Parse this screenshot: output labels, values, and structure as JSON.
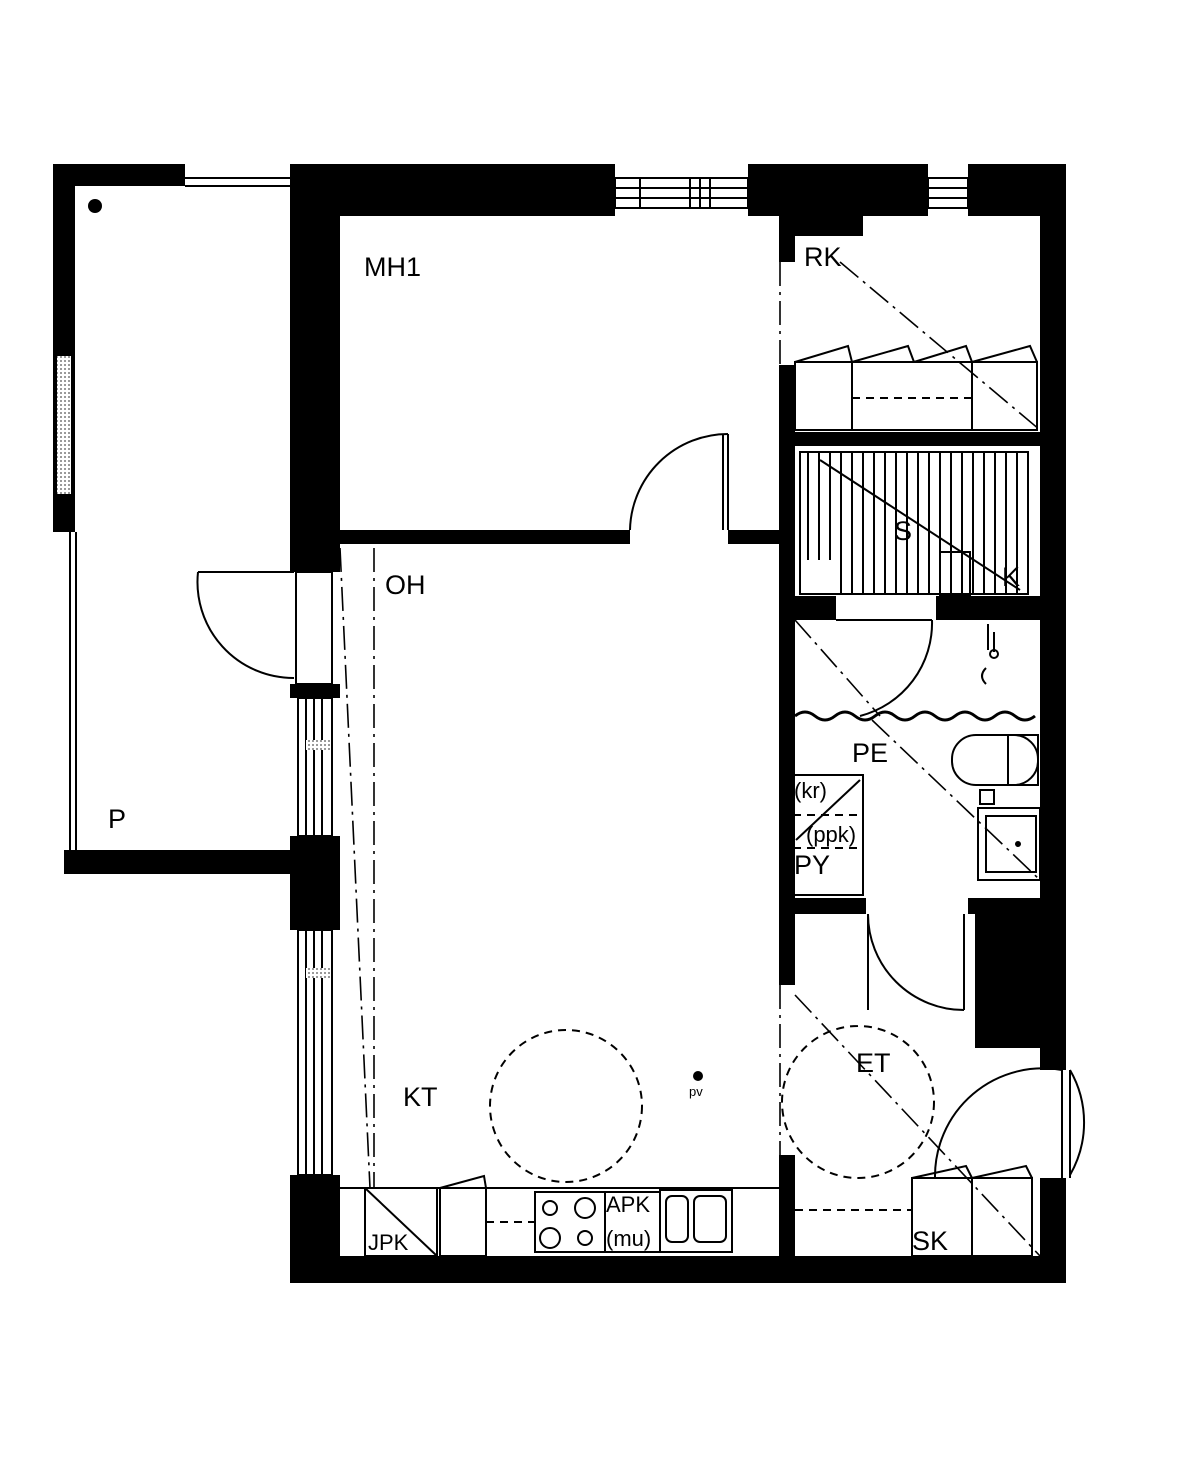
{
  "rooms": {
    "mh1": "MH1",
    "oh": "OH",
    "kt": "KT",
    "p": "P",
    "rk": "RK",
    "s": "S",
    "k": "K",
    "pe": "PE",
    "py": "PY",
    "et": "ET",
    "sk": "SK"
  },
  "fixtures": {
    "kr": "(kr)",
    "ppk": "(ppk)",
    "jpk": "JPK",
    "apk": "APK",
    "mu": "(mu)",
    "pv": "pv"
  },
  "colors": {
    "ink": "#000000",
    "paper": "#ffffff",
    "hatch": "#c8c8c8"
  }
}
